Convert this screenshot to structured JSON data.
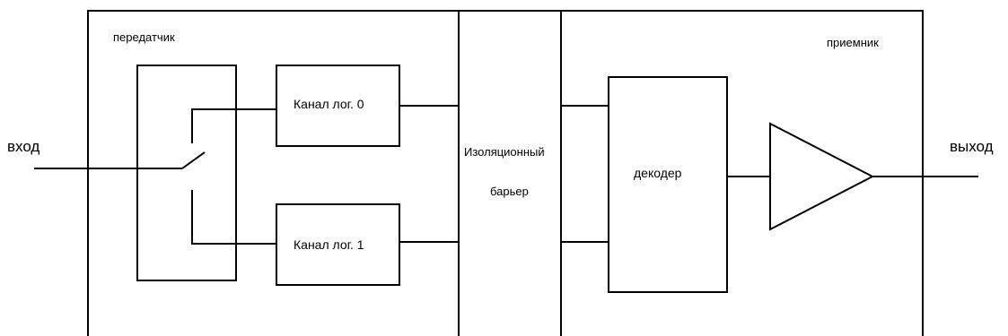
{
  "labels": {
    "input": "вход",
    "output": "выход",
    "transmitter": "передатчик",
    "receiver": "приемник",
    "channel0": "Канал лог. 0",
    "channel1": "Канал лог. 1",
    "barrier_line1": "Изоляционный",
    "barrier_line2": "барьер",
    "decoder": "декодер"
  },
  "colors": {
    "stroke": "#000000",
    "background": "#ffffff"
  }
}
